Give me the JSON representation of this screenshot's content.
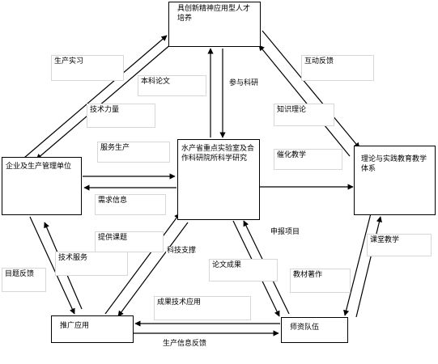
{
  "nodes": {
    "talent": "具创新精神应用型人才培养",
    "enterprise": "企业及生产管理单位",
    "lab": "水产省重点实验室及合作科研院所科学研究",
    "theory": "理论与实践教育教学体系",
    "promotion": "推广应用",
    "faculty": "师资队伍"
  },
  "labels": {
    "production_internship": "生产实习",
    "undergrad_thesis": "本科论文",
    "research_participation": "参与科研",
    "interactive_feedback": "互动反馈",
    "technical_strength": "技术力量",
    "knowledge_theory": "知识理论",
    "service_production": "服务生产",
    "optimized_teaching": "催化教学",
    "demand_info": "需求信息",
    "provide_topics": "提供课题",
    "tech_support": "科技支撑",
    "tech_service": "技术服务",
    "declare_projects": "申报项目",
    "topic_feedback": "目题反馈",
    "paper_results": "论文成果",
    "textbook_writing": "教材著作",
    "classroom_teaching": "课堂教学",
    "results_application": "成果技术应用",
    "production_feedback": "生产信息反馈"
  }
}
